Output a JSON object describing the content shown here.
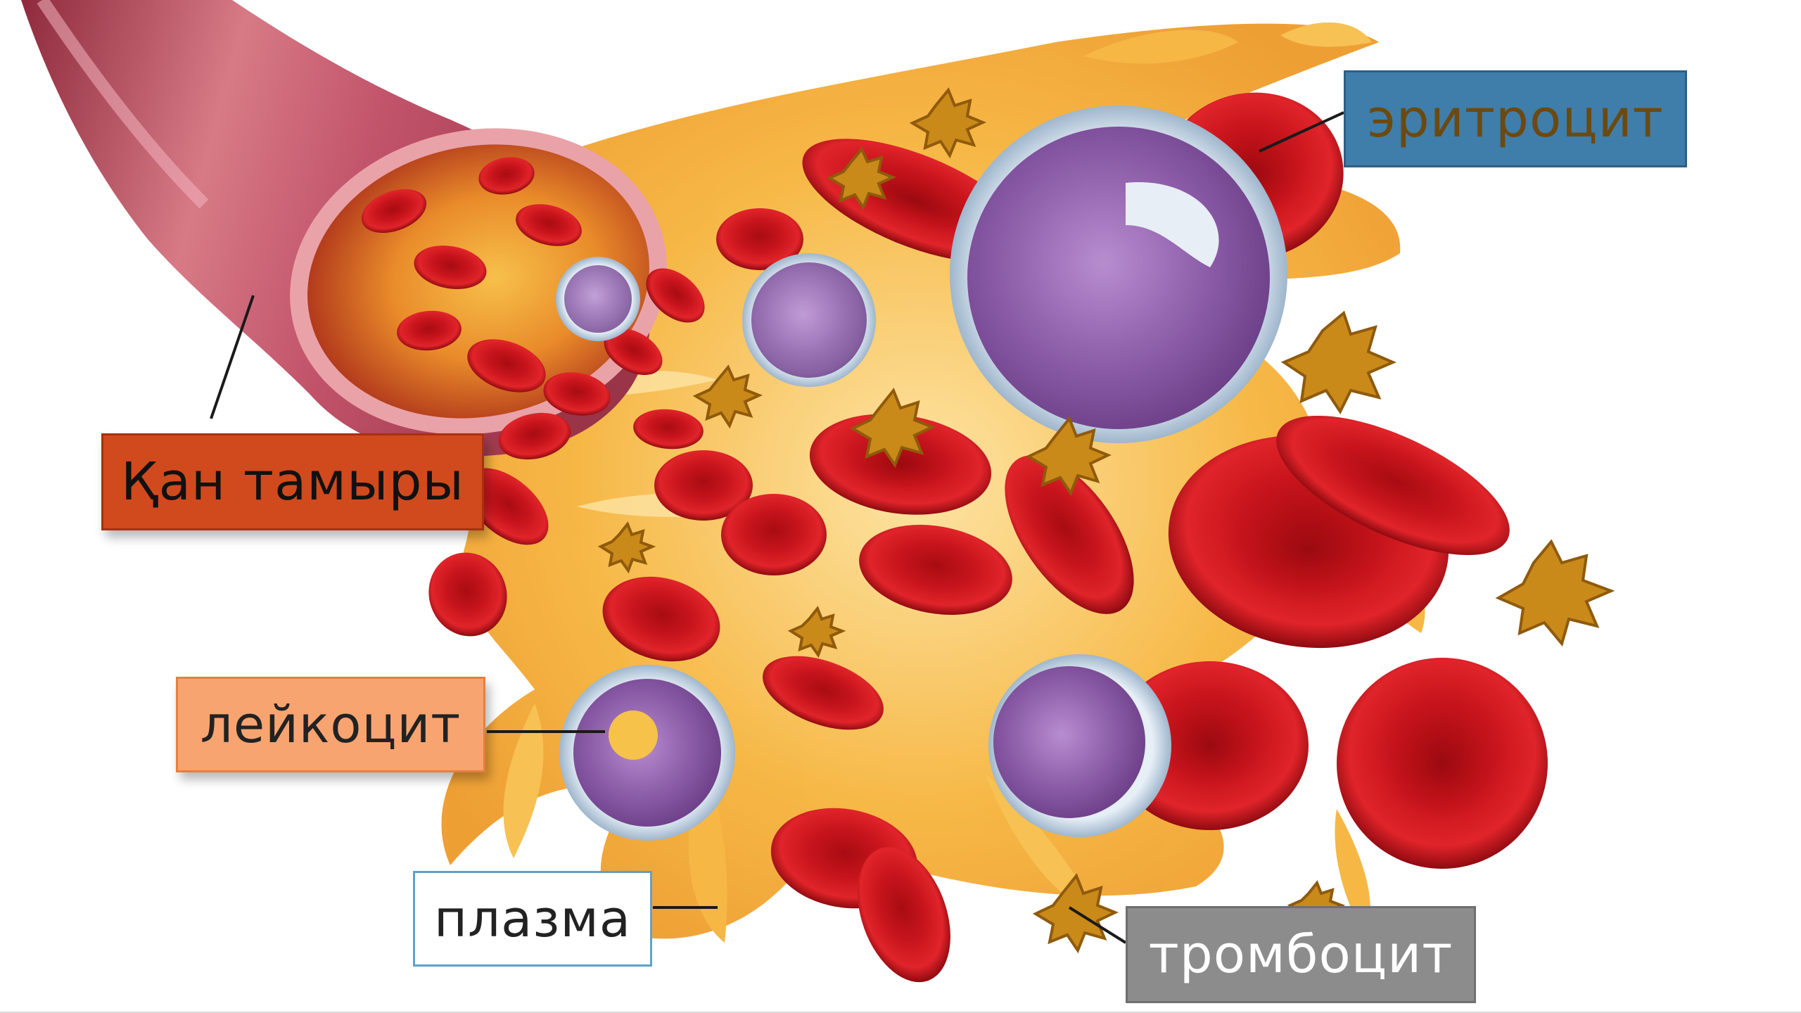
{
  "labels": {
    "erythrocyte": "эритроцит",
    "vessel": "Қан тамыры",
    "leukocyte": "лейкоцит",
    "plasma": "плазма",
    "thrombocyte": "тромбоцит"
  },
  "colors": {
    "erythrocyte_box": "#3f7eaa",
    "erythrocyte_text": "#6b4a12",
    "vessel_box": "#d04a1d",
    "vessel_text": "#111111",
    "leukocyte_box": "#f8a470",
    "leukocyte_text": "#222222",
    "plasma_box": "#ffffff",
    "plasma_text": "#222222",
    "thrombocyte_box": "#8c8c8c",
    "thrombocyte_text": "#ffffff",
    "blood_cell": "#c8141c",
    "plasma_fluid": "#f6b43c",
    "white_cell": "#8a5aa6",
    "vessel_wall": "#b4465c"
  }
}
